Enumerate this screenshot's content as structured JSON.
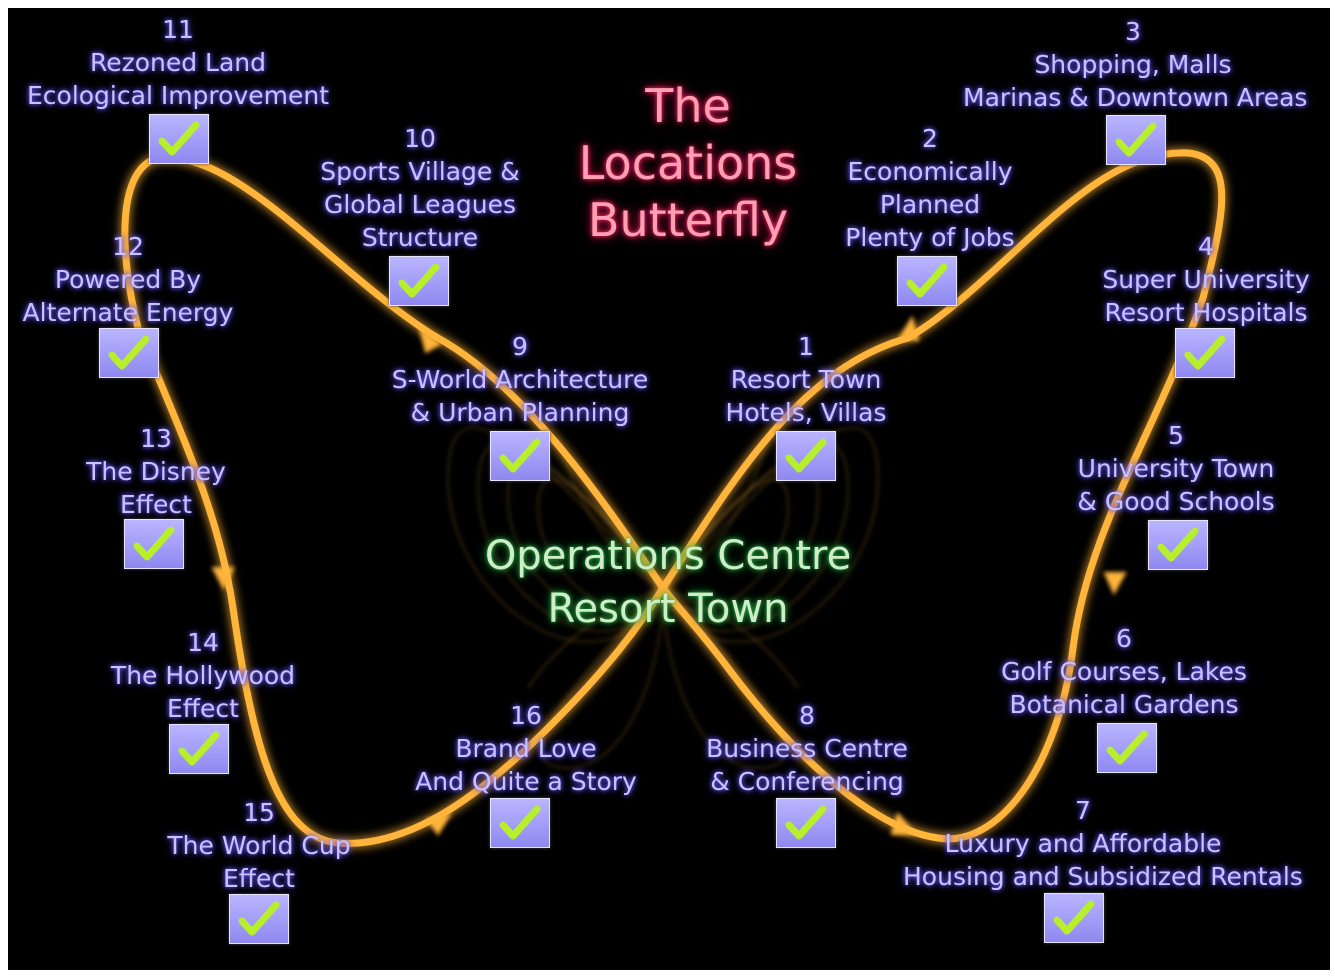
{
  "title": {
    "lines": [
      "The",
      "Locations",
      "Butterfly"
    ]
  },
  "center": {
    "lines": [
      "Operations Centre",
      "Resort Town"
    ]
  },
  "nodes": [
    {
      "num": "1",
      "lines": [
        "Resort Town",
        "Hotels, Villas"
      ]
    },
    {
      "num": "2",
      "lines": [
        "Economically",
        "Planned",
        "Plenty of Jobs"
      ]
    },
    {
      "num": "3",
      "lines": [
        "Shopping, Malls",
        "Marinas & Downtown Areas"
      ]
    },
    {
      "num": "4",
      "lines": [
        "Super University",
        "Resort Hospitals"
      ]
    },
    {
      "num": "5",
      "lines": [
        "University Town",
        "& Good Schools"
      ]
    },
    {
      "num": "6",
      "lines": [
        "Golf Courses, Lakes",
        "Botanical Gardens"
      ]
    },
    {
      "num": "7",
      "lines": [
        "Luxury and Affordable",
        "Housing and Subsidized Rentals"
      ]
    },
    {
      "num": "8",
      "lines": [
        "Business Centre",
        "& Conferencing"
      ]
    },
    {
      "num": "9",
      "lines": [
        "S-World Architecture",
        "& Urban Planning"
      ]
    },
    {
      "num": "10",
      "lines": [
        "Sports Village &",
        "Global Leagues",
        "Structure"
      ]
    },
    {
      "num": "11",
      "lines": [
        "Rezoned Land",
        "Ecological Improvement"
      ]
    },
    {
      "num": "12",
      "lines": [
        "Powered By",
        "Alternate Energy"
      ]
    },
    {
      "num": "13",
      "lines": [
        "The Disney",
        "Effect"
      ]
    },
    {
      "num": "14",
      "lines": [
        "The Hollywood",
        "Effect"
      ]
    },
    {
      "num": "15",
      "lines": [
        "The World Cup",
        "Effect"
      ]
    },
    {
      "num": "16",
      "lines": [
        "Brand Love",
        "And Quite a Story"
      ]
    }
  ],
  "icons": {
    "check": "checkmark-icon",
    "arrow": "arrowhead-icon"
  },
  "colors": {
    "background": "#000000",
    "path": "#ffb43a",
    "node_text": "#c9c2ff",
    "title": "#ff9fb3",
    "center": "#cfeec7",
    "checkbox": "#a7a2ff",
    "check": "#b8ef2d"
  }
}
